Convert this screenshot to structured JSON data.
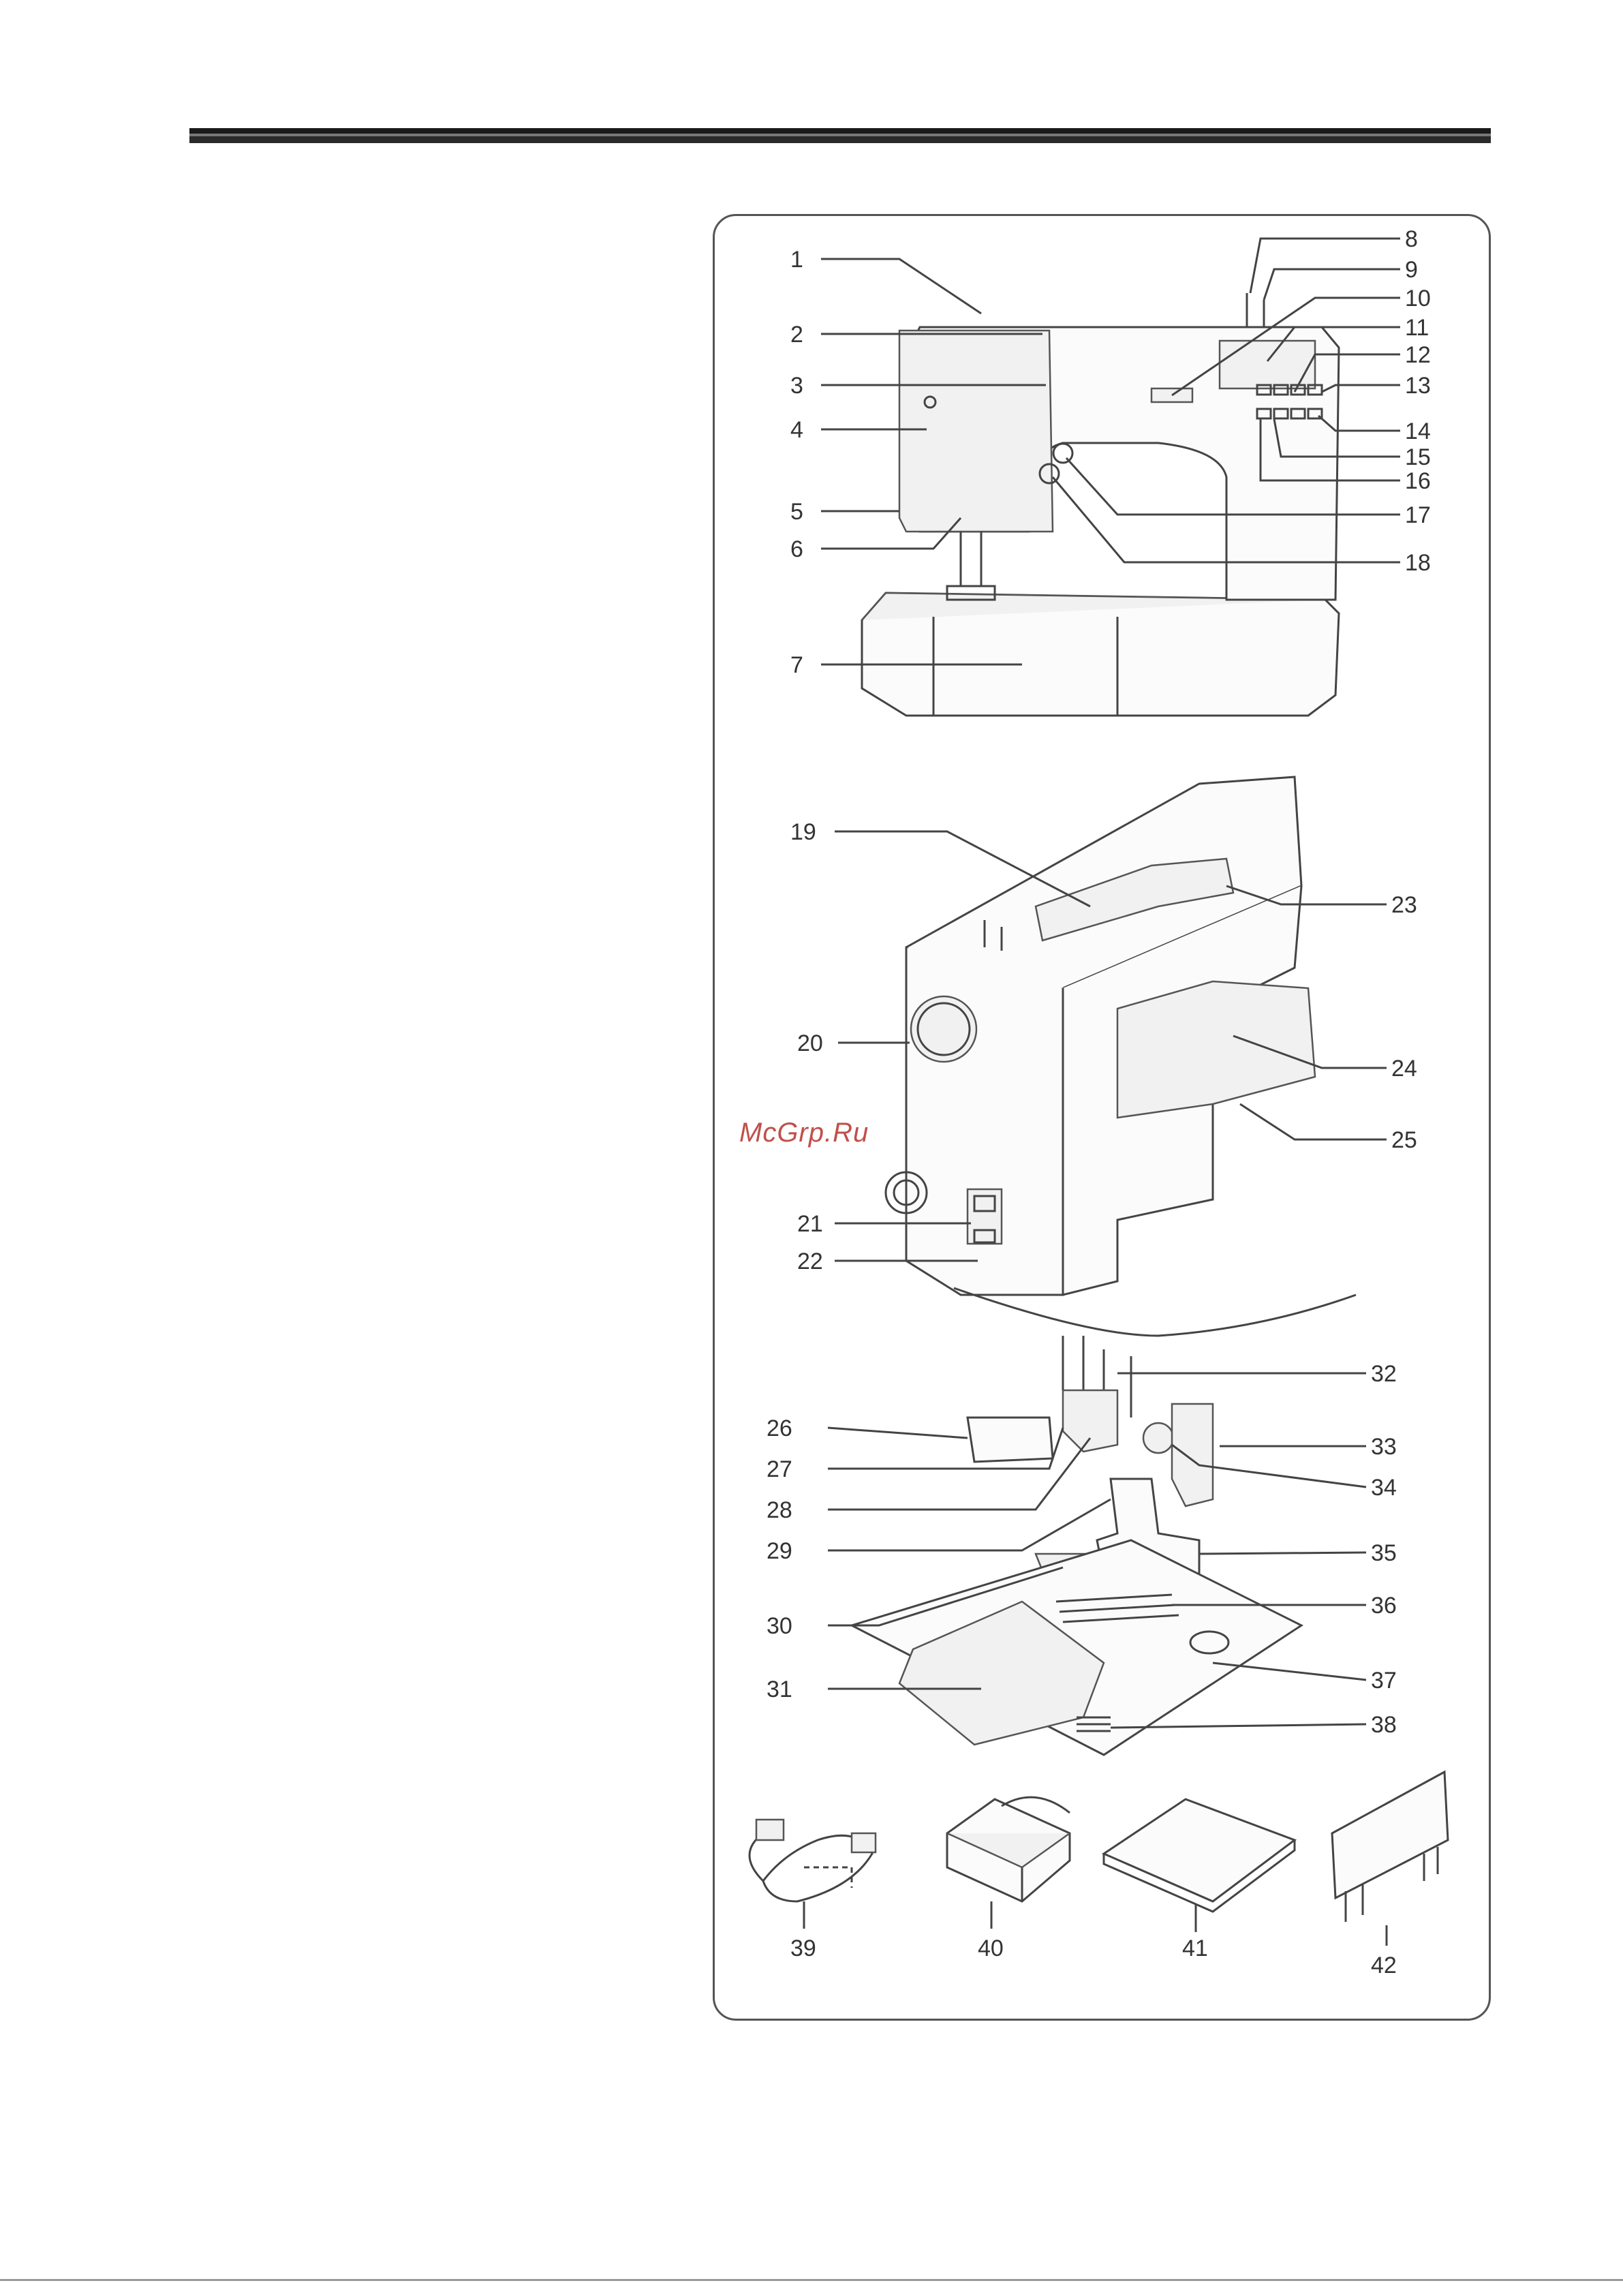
{
  "watermark": "McGrp.Ru",
  "callouts": {
    "c1": "1",
    "c2": "2",
    "c3": "3",
    "c4": "4",
    "c5": "5",
    "c6": "6",
    "c7": "7",
    "c8": "8",
    "c9": "9",
    "c10": "10",
    "c11": "11",
    "c12": "12",
    "c13": "13",
    "c14": "14",
    "c15": "15",
    "c16": "16",
    "c17": "17",
    "c18": "18",
    "c19": "19",
    "c20": "20",
    "c21": "21",
    "c22": "22",
    "c23": "23",
    "c24": "24",
    "c25": "25",
    "c26": "26",
    "c27": "27",
    "c28": "28",
    "c29": "29",
    "c30": "30",
    "c31": "31",
    "c32": "32",
    "c33": "33",
    "c34": "34",
    "c35": "35",
    "c36": "36",
    "c37": "37",
    "c38": "38",
    "c39": "39",
    "c40": "40",
    "c41": "41",
    "c42": "42"
  }
}
